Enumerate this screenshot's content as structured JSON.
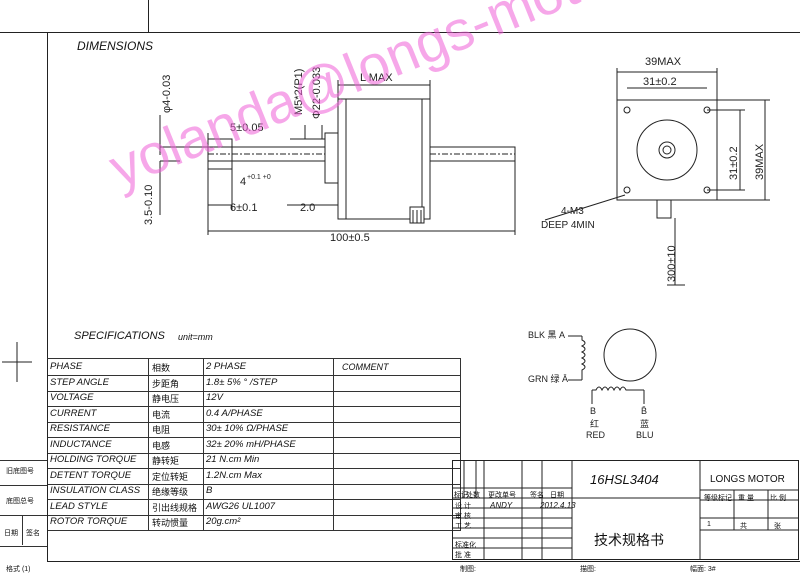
{
  "title": "DIMENSIONS",
  "dims": {
    "shaft_dia": "φ4-0.03",
    "thread": "M5*2(P1)",
    "boss_dia": "Φ22-0.033",
    "l_max": "L  MAX",
    "d5": "5±0.05",
    "d4": "4",
    "d4_tol": "+0.1 +0",
    "d35": "3.5-0.10",
    "d6": "6±0.1",
    "d2": "2.0",
    "d100": "100±0.5",
    "w39": "39MAX",
    "w31": "31±0.2",
    "h31": "31±0.2",
    "h39": "39MAX",
    "holes": "4-M3",
    "depth": "DEEP 4MIN",
    "lead": "300±10"
  },
  "specs_title": "SPECIFICATIONS",
  "specs_unit": "unit=mm",
  "comment_label": "COMMENT",
  "specs": [
    {
      "param": "PHASE",
      "cn": "相数",
      "value": "2  PHASE"
    },
    {
      "param": "STEP ANGLE",
      "cn": "步距角",
      "value": "1.8± 5% ° /STEP"
    },
    {
      "param": "VOLTAGE",
      "cn": "静电压",
      "value": "12V"
    },
    {
      "param": "CURRENT",
      "cn": "电流",
      "value": "0.4 A/PHASE"
    },
    {
      "param": "RESISTANCE",
      "cn": "电阻",
      "value": "30± 10%  Ω/PHASE"
    },
    {
      "param": "INDUCTANCE",
      "cn": "电感",
      "value": "32± 20% mH/PHASE"
    },
    {
      "param": "HOLDING TORQUE",
      "cn": "静转矩",
      "value": "21 N.cm Min"
    },
    {
      "param": "DETENT TORQUE",
      "cn": "定位转矩",
      "value": "1.2N.cm Max"
    },
    {
      "param": "INSULATION CLASS",
      "cn": "绝缘等级",
      "value": "B"
    },
    {
      "param": "LEAD STYLE",
      "cn": "引出线规格",
      "value": "AWG26 UL1007"
    },
    {
      "param": "ROTOR TORQUE",
      "cn": "转动惯量",
      "value": "20g.cm²"
    }
  ],
  "wiring": {
    "blk": "BLK 黑 A",
    "grn": "GRN 绿 Ā",
    "b_left": "B",
    "b_right": "B̄",
    "red": "红",
    "red_en": "RED",
    "blu": "蓝",
    "blu_en": "BLU"
  },
  "title_block": {
    "model": "16HSL3404",
    "company": "LONGS MOTOR",
    "doc_title": "技术规格书",
    "designer": "ANDY",
    "date": "2012.4.13",
    "labels": [
      "标记",
      "处数",
      "更改单号",
      "签名",
      "日期"
    ],
    "rows": [
      "设 计",
      "审 核",
      "工 艺",
      "",
      "标准化",
      "批 准"
    ],
    "right_headers": [
      "等级标记",
      "重 量",
      "比 例"
    ],
    "sheet": [
      "1",
      "共",
      "张"
    ],
    "bottom": [
      "制图:",
      "描图:",
      "幅面: 3#"
    ]
  },
  "left_margin": [
    "旧底图号",
    "底图总号",
    "日期",
    "签名"
  ],
  "format_label": "格式 (1)",
  "watermark": "yolanda@longs-motor.com"
}
